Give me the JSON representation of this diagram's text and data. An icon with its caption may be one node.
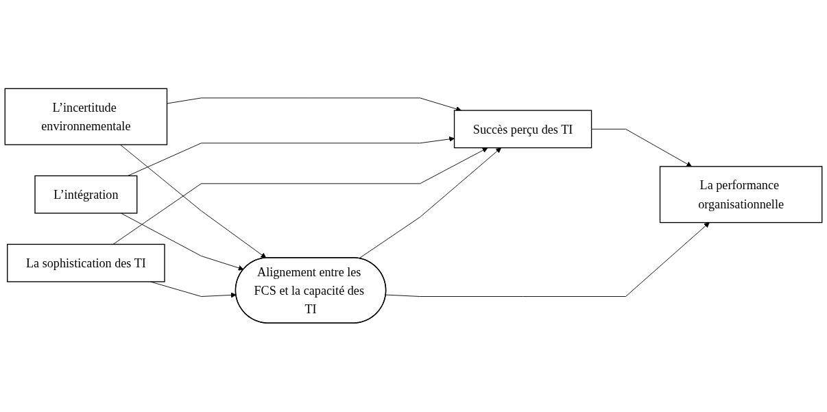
{
  "diagram": {
    "nodes": [
      {
        "text": [
          "L’incertitude environnementale"
        ]
      },
      {
        "text": [
          "L’intégration"
        ]
      },
      {
        "text": [
          "La sophistication des TI"
        ]
      },
      {
        "text": [
          "Succès perçu des TI"
        ]
      },
      {
        "text": [
          "Alignement entre les FCS et la capacité des TI"
        ]
      },
      {
        "text": [
          "La performance organisationnelle"
        ]
      }
    ],
    "edges": [
      {
        "from": 0,
        "to": 3,
        "arrow": "to"
      },
      {
        "from": 0,
        "to": 4,
        "arrow": "to"
      },
      {
        "from": 1,
        "to": 3,
        "arrow": "to"
      },
      {
        "from": 1,
        "to": 4,
        "arrow": "to"
      },
      {
        "from": 2,
        "to": 3,
        "arrow": "to"
      },
      {
        "from": 2,
        "to": 4,
        "arrow": "to"
      },
      {
        "from": 4,
        "to": 3,
        "arrow": "to"
      },
      {
        "from": 3,
        "to": 5,
        "arrow": "to"
      },
      {
        "from": 4,
        "to": 5,
        "arrow": "to"
      }
    ]
  }
}
